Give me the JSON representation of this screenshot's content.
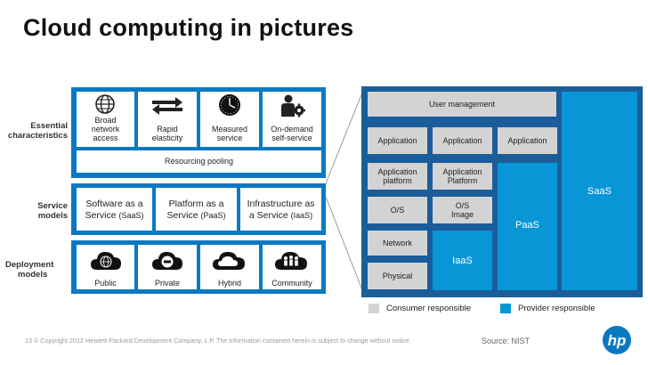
{
  "title": "Cloud computing in pictures",
  "rows": {
    "essential": {
      "label_line1": "Essential",
      "label_line2": "characteristics",
      "items": [
        {
          "icon": "globe-icon",
          "line1": "Broad",
          "line2": "network",
          "line3": "access"
        },
        {
          "icon": "arrows-icon",
          "line1": "Rapid",
          "line2": "elasticity"
        },
        {
          "icon": "clock-icon",
          "line1": "Measured",
          "line2": "service"
        },
        {
          "icon": "person-gear-icon",
          "line1": "On-demand",
          "line2": "self-service"
        }
      ],
      "pooling": "Resourcing pooling"
    },
    "service": {
      "label_line1": "Service",
      "label_line2": "models",
      "items": [
        {
          "line1": "Software as a",
          "line2a": "Service ",
          "line2b": "(SaaS)"
        },
        {
          "line1": "Platform as a",
          "line2a": "Service ",
          "line2b": "(PaaS)"
        },
        {
          "line1": "Infrastructure as",
          "line2a": "a Service ",
          "line2b": "(IaaS)"
        }
      ]
    },
    "deployment": {
      "label_line1": "Deployment",
      "label_line2": "models",
      "items": [
        {
          "icon": "cloud-globe-icon",
          "label": "Public"
        },
        {
          "icon": "cloud-private-icon",
          "label": "Private"
        },
        {
          "icon": "cloud-hybrid-icon",
          "label": "Hybrid"
        },
        {
          "icon": "cloud-community-icon",
          "label": "Community"
        }
      ]
    }
  },
  "stack": {
    "user_management": "User management",
    "applications": [
      "Application",
      "Application",
      "Application"
    ],
    "app_platform_line1": "Application",
    "app_platform_line2": "platform",
    "app_platform2_line1": "Application",
    "app_platform2_line2": "Platform",
    "os": "O/S",
    "os_image_line1": "O/S",
    "os_image_line2": "Image",
    "network": "Network",
    "physical": "Physical",
    "saas": "SaaS",
    "paas": "PaaS",
    "iaas": "IaaS"
  },
  "legend": {
    "consumer": "Consumer responsible",
    "provider": "Provider responsible"
  },
  "footer": "13  © Copyright 2012 Hewlett-Packard Development Company, L.P.  The information contained herein is subject to change without notice.",
  "source": "Source: NIST",
  "logo_text": "hp",
  "colors": {
    "band_blue": "#0b79c2",
    "provider_blue": "#0896d6",
    "consumer_gray": "#d3d3d3",
    "stack_bg": "#1a5d9a"
  }
}
